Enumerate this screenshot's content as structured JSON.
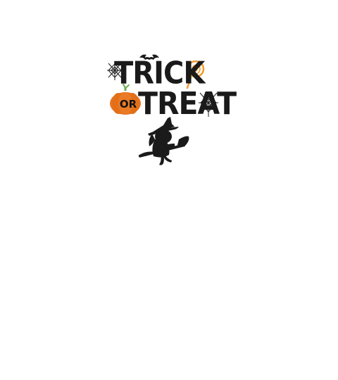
{
  "artwork": {
    "line1": "TRICK",
    "line2": "TREAT",
    "connector": "OR",
    "colors": {
      "ink": "#1a1a1a",
      "pumpkin": "#e8731f",
      "pumpkin_stem": "#6aa84f",
      "lollipop": "#f39a2b"
    },
    "icons": [
      "bat-icon",
      "spider-web-icon",
      "lollipop-icon",
      "pumpkin-icon",
      "witch-on-broom-icon"
    ]
  }
}
